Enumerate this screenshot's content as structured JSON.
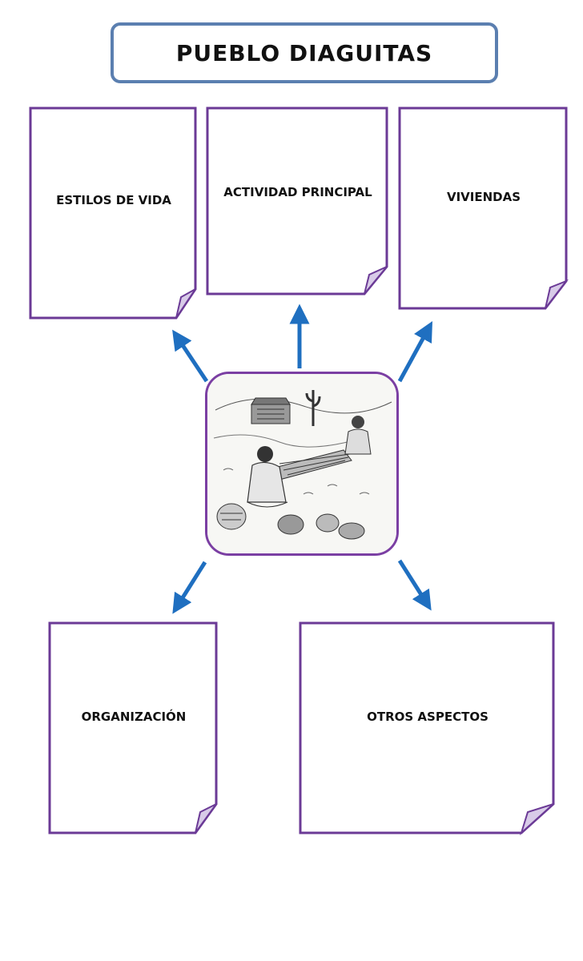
{
  "title": "PUEBLO DIAGUITAS",
  "colors": {
    "card_border": "#6b3a96",
    "fold": "#d8cbe8",
    "arrow": "#1f6fc0",
    "title_border": "#5b7fb0"
  },
  "cards": {
    "estilos": "ESTILOS DE VIDA",
    "actividad": "ACTIVIDAD PRINCIPAL",
    "viviendas": "VIVIENDAS",
    "organizacion": "ORGANIZACIÓN",
    "otros": "OTROS ASPECTOS"
  },
  "center_image": "weaving-scene-illustration"
}
